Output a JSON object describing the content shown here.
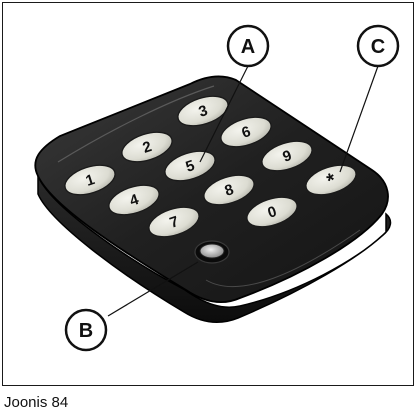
{
  "figure": {
    "caption": "Joonis 84",
    "device": "keypad-icon",
    "keys": [
      {
        "label": "3"
      },
      {
        "label": "6"
      },
      {
        "label": "2"
      },
      {
        "label": "9"
      },
      {
        "label": "5"
      },
      {
        "label": "1"
      },
      {
        "label": "8"
      },
      {
        "label": "*"
      },
      {
        "label": "4"
      },
      {
        "label": "0"
      },
      {
        "label": "7"
      }
    ],
    "callouts": [
      {
        "label": "A"
      },
      {
        "label": "B"
      },
      {
        "label": "C"
      }
    ],
    "colors": {
      "body": "#1c1c1c",
      "key": "#dcdcd2",
      "line": "#111111",
      "led": "#a9a9a9"
    }
  }
}
